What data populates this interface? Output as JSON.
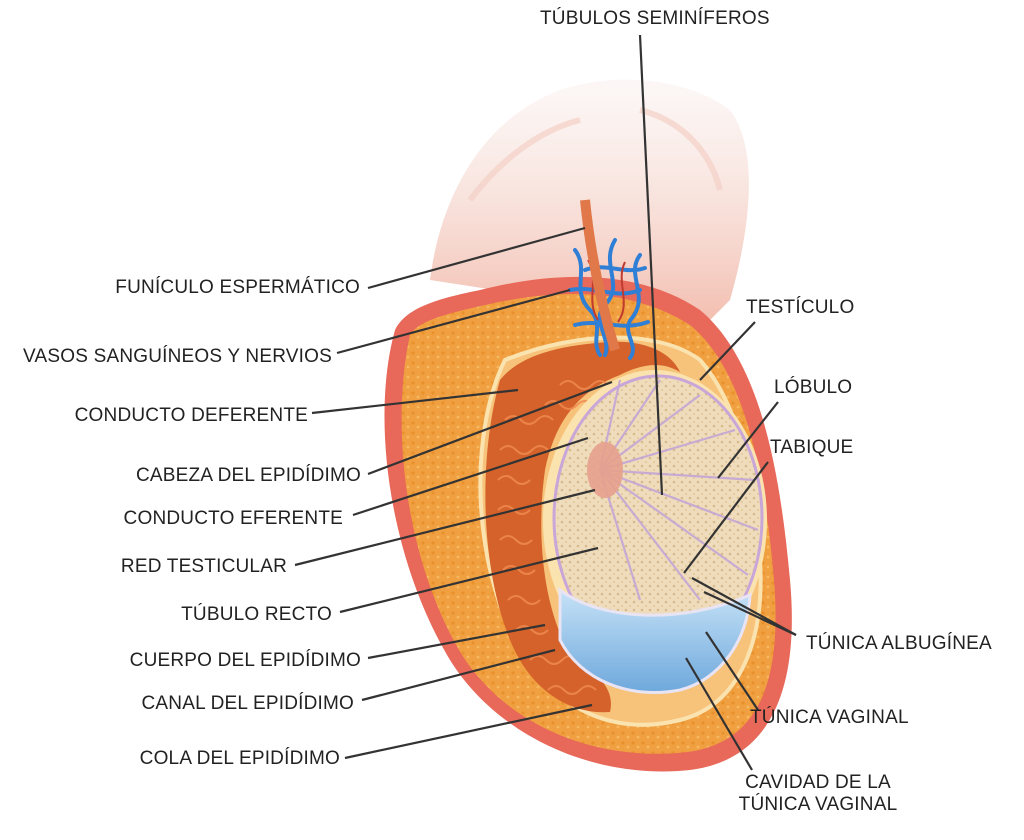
{
  "labels": {
    "tubulos_seminiferos": "TÚBULOS SEMINÍFEROS",
    "funiculo_espermatico": "FUNÍCULO ESPERMÁTICO",
    "vasos_sanguineos_nervios": "VASOS SANGUÍNEOS Y NERVIOS",
    "conducto_deferente": "CONDUCTO DEFERENTE",
    "cabeza_epididimo": "CABEZA DEL EPIDÍDIMO",
    "conducto_eferente": "CONDUCTO EFERENTE",
    "red_testicular": "RED TESTICULAR",
    "tubulo_recto": "TÚBULO RECTO",
    "cuerpo_epididimo": "CUERPO DEL EPIDÍDIMO",
    "canal_epididimo": "CANAL DEL EPIDÍDIMO",
    "cola_epididimo": "COLA DEL EPIDÍDIMO",
    "testiculo": "TESTÍCULO",
    "lobulo": "LÓBULO",
    "tabique": "TABIQUE",
    "tunica_albuginea": "TÚNICA ALBUGÍNEA",
    "tunica_vaginal": "TÚNICA VAGINAL",
    "cavidad_tunica_vaginal_1": "CAVIDAD DE LA",
    "cavidad_tunica_vaginal_2": "TÚNICA VAGINAL"
  },
  "colors": {
    "skin_outer": "#e8685a",
    "fat_tissue": "#f0a040",
    "epididymis": "#d4622a",
    "testis_interior": "#ead9b8",
    "cavity_fluid": "#9cc8ee",
    "vessels": "#2f7fd6",
    "leader_lines": "#333333"
  }
}
